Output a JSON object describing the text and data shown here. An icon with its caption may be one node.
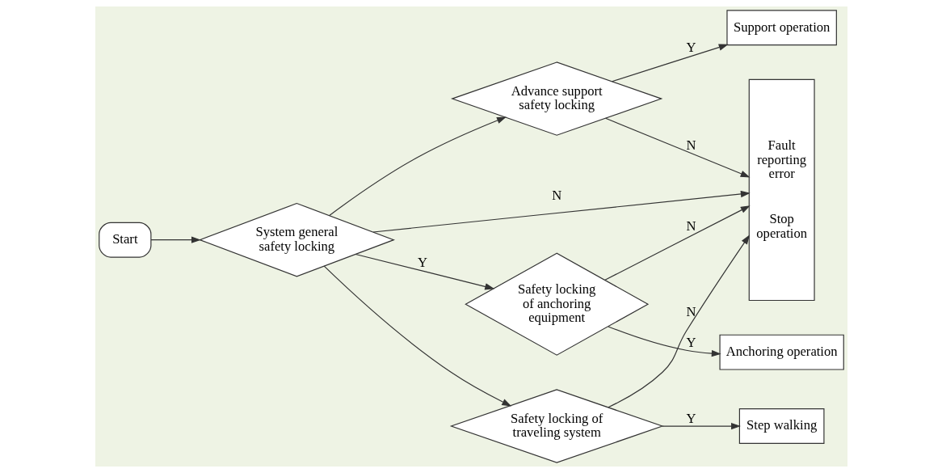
{
  "diagram": {
    "nodes": [
      {
        "text": [
          "Start"
        ]
      },
      {
        "text": [
          "System general safety locking"
        ]
      },
      {
        "text": [
          "Advance support safety locking"
        ]
      },
      {
        "text": [
          "Support operation"
        ]
      },
      {
        "text": [
          "Safety locking of anchoring equipment"
        ]
      },
      {
        "text": [
          "Anchoring operation"
        ]
      },
      {
        "text": [
          "Safety locking of traveling system"
        ]
      },
      {
        "text": [
          "Step walking"
        ]
      },
      {
        "text": [
          "Fault reporting error",
          "Stop operation"
        ]
      }
    ],
    "edges": [
      {
        "from": 0,
        "to": 1,
        "arrow": "to"
      },
      {
        "from": 1,
        "to": 2,
        "arrow": "to"
      },
      {
        "from": 1,
        "to": 4,
        "arrow": "to",
        "label": "Y"
      },
      {
        "from": 1,
        "to": 6,
        "arrow": "to"
      },
      {
        "from": 2,
        "to": 3,
        "arrow": "to",
        "label": "Y"
      },
      {
        "from": 2,
        "to": 8,
        "arrow": "to",
        "label": "N"
      },
      {
        "from": 4,
        "to": 5,
        "arrow": "to",
        "label": "Y"
      },
      {
        "from": 4,
        "to": 8,
        "arrow": "to",
        "label": "N"
      },
      {
        "from": 6,
        "to": 7,
        "arrow": "to",
        "label": "Y"
      },
      {
        "from": 6,
        "to": 8,
        "arrow": "to",
        "label": "N"
      },
      {
        "from": 1,
        "to": 8,
        "arrow": "to",
        "label": "N"
      }
    ]
  }
}
